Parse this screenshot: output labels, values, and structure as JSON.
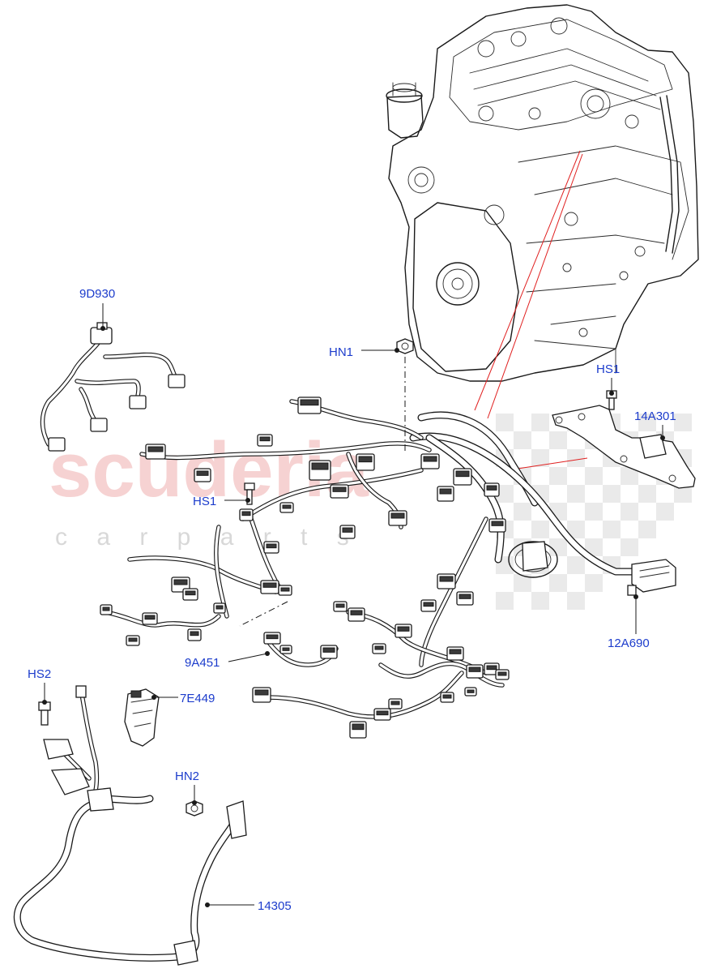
{
  "watermark": {
    "brand": "scuderia",
    "tagline": "c a r   p a r t s",
    "brand_color": "#f2b8b8",
    "checker_color": "#d9d9d9"
  },
  "callouts": [
    {
      "id": "9d930",
      "label": "9D930"
    },
    {
      "id": "hn1",
      "label": "HN1"
    },
    {
      "id": "hs1-top",
      "label": "HS1"
    },
    {
      "id": "14a301",
      "label": "14A301"
    },
    {
      "id": "hs1-mid",
      "label": "HS1"
    },
    {
      "id": "9a451",
      "label": "9A451"
    },
    {
      "id": "12a690",
      "label": "12A690"
    },
    {
      "id": "hs2",
      "label": "HS2"
    },
    {
      "id": "7e449",
      "label": "7E449"
    },
    {
      "id": "hn2",
      "label": "HN2"
    },
    {
      "id": "14305",
      "label": "14305"
    }
  ],
  "colors": {
    "callout_text": "#1c3ccc",
    "line_art": "#1a1a1a",
    "reference_line": "#e02020"
  }
}
